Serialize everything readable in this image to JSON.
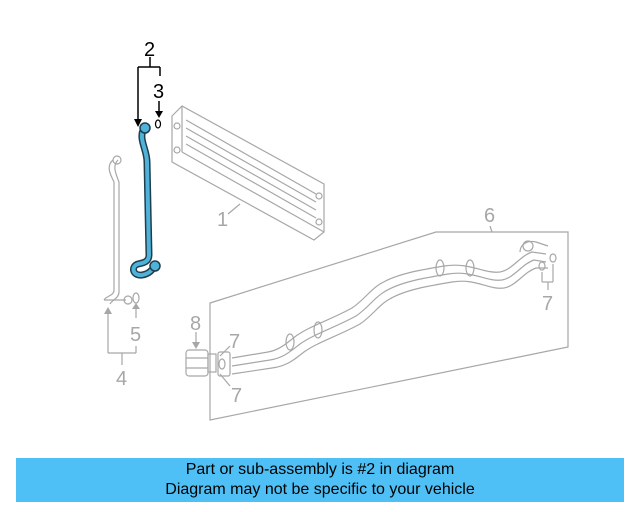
{
  "diagram": {
    "callouts": {
      "c1": "1",
      "c2": "2",
      "c3": "3",
      "c4": "4",
      "c5": "5",
      "c6": "6",
      "c7a": "7",
      "c7b": "7",
      "c7c": "7",
      "c8": "8"
    },
    "colors": {
      "highlight": "#4fb3d9",
      "line": "#a7a7a7",
      "banner": "#4fc0f5"
    }
  },
  "banner": {
    "line1": "Part or sub-assembly is #2 in diagram",
    "line2": "Diagram may not be specific to your vehicle"
  }
}
